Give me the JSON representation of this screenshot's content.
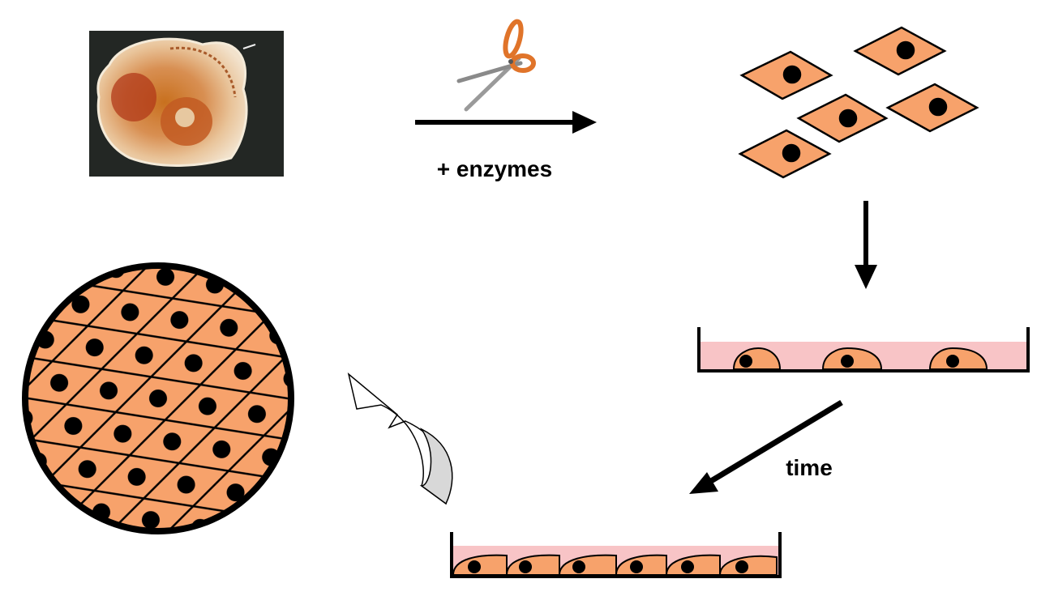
{
  "labels": {
    "enzymes": "+ enzymes",
    "time": "time"
  },
  "colors": {
    "cell_fill": "#f7a26b",
    "nucleus": "#000000",
    "medium": "#f8c4c6",
    "arrow": "#000000",
    "curved_arrow_fill": "#ffffff",
    "curved_arrow_shadow": "#d8d8d8"
  },
  "icons": {
    "tissue": "tissue-photo",
    "scissors": "scissors-icon"
  }
}
